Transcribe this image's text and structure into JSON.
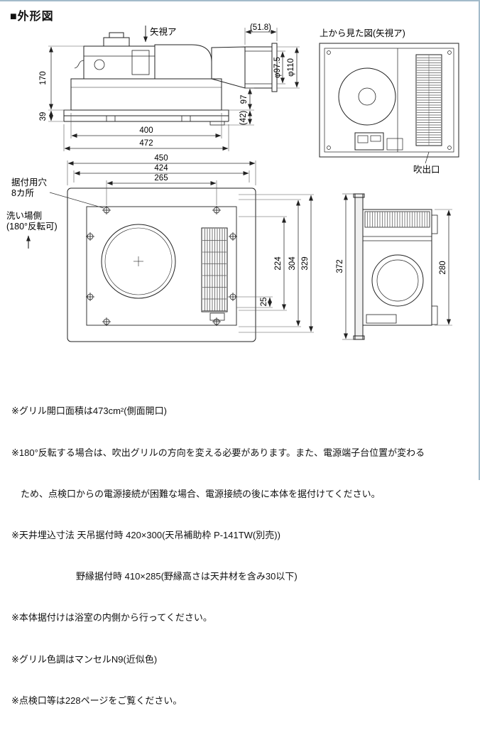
{
  "title": "■外形図",
  "side_view": {
    "arrow_label": "矢視ア",
    "dim_170": "170",
    "dim_39": "39",
    "dim_400": "400",
    "dim_472": "472",
    "dim_51_8": "(51.8)",
    "dim_phi97_5": "φ97.5",
    "dim_phi110": "φ110",
    "dim_97": "97",
    "dim_42": "(42)"
  },
  "top_view": {
    "title": "上から見た図(矢視ア)",
    "outlet_label": "吹出口"
  },
  "bottom_view": {
    "mounting_label_1": "据付用穴",
    "mounting_label_2": "8カ所",
    "washing_label_1": "洗い場側",
    "washing_label_2": "(180°反転可)",
    "dim_450": "450",
    "dim_424": "424",
    "dim_265": "265",
    "dim_329": "329",
    "dim_304": "304",
    "dim_224": "224",
    "dim_25": "25",
    "dim_372": "372"
  },
  "right_view": {
    "dim_280": "280"
  },
  "notes": [
    "※グリル開口面積は473cm²(側面開口)",
    "※180°反転する場合は、吹出グリルの方向を変える必要があります。また、電源端子台位置が変わる",
    "　ため、点検口からの電源接続が困難な場合、電源接続の後に本体を据付けてください。",
    "※天井埋込寸法 天吊据付時 420×300(天吊補助枠 P-141TW(別売))",
    "　　　　　　　野縁据付時 410×285(野縁高さは天井材を含み30以下)",
    "※本体据付けは浴室の内側から行ってください。",
    "※グリル色調はマンセルN9(近似色)",
    "※点検口等は228ページをご覧ください。"
  ]
}
